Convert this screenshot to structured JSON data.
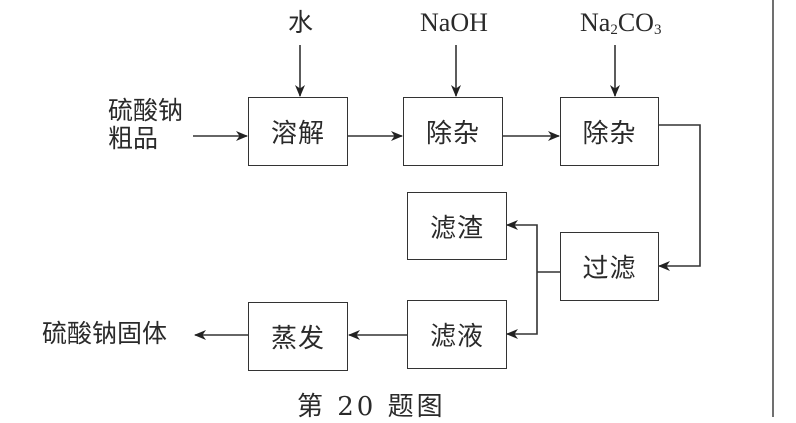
{
  "diagram": {
    "inputs": {
      "raw_material": [
        "硫酸钠",
        "粗品"
      ],
      "water": "水",
      "naoh": "NaOH",
      "na2co3": {
        "base1": "Na",
        "sub1": "2",
        "base2": "CO",
        "sub2": "3"
      }
    },
    "steps": {
      "dissolve": "溶解",
      "remove_impurity_1": "除杂",
      "remove_impurity_2": "除杂",
      "filter": "过滤",
      "residue": "滤渣",
      "filtrate": "滤液",
      "evaporate": "蒸发"
    },
    "output": "硫酸钠固体",
    "caption": "第 20 题图",
    "flow": [
      {
        "from": "硫酸钠粗品",
        "to": "溶解"
      },
      {
        "from": "水",
        "to": "溶解"
      },
      {
        "from": "溶解",
        "to": "除杂(NaOH)"
      },
      {
        "from": "NaOH",
        "to": "除杂(NaOH)"
      },
      {
        "from": "除杂(NaOH)",
        "to": "除杂(Na2CO3)"
      },
      {
        "from": "Na2CO3",
        "to": "除杂(Na2CO3)"
      },
      {
        "from": "除杂(Na2CO3)",
        "to": "过滤"
      },
      {
        "from": "过滤",
        "to": "滤渣"
      },
      {
        "from": "过滤",
        "to": "滤液"
      },
      {
        "from": "滤液",
        "to": "蒸发"
      },
      {
        "from": "蒸发",
        "to": "硫酸钠固体"
      }
    ]
  }
}
